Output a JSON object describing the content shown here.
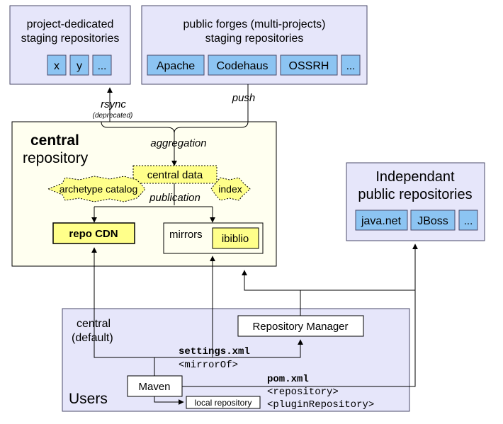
{
  "project_box": {
    "title_line1": "project-dedicated",
    "title_line2": "staging repositories",
    "items": [
      "x",
      "y",
      "..."
    ]
  },
  "forges_box": {
    "title_line1": "public forges (multi-projects)",
    "title_line2": "staging repositories",
    "items": [
      "Apache",
      "Codehaus",
      "OSSRH",
      "..."
    ]
  },
  "rsync": {
    "label": "rsync",
    "note": "(deprecated)"
  },
  "push": {
    "label": "push"
  },
  "central_box": {
    "title_bold": "central",
    "title_rest": "repository",
    "aggregation": "aggregation",
    "central_data": "central data",
    "archetype_catalog": "archetype catalog",
    "index": "index",
    "publication": "publication",
    "repo_cdn": "repo CDN",
    "mirrors": "mirrors",
    "ibiblio": "ibiblio"
  },
  "independent_box": {
    "title_line1": "Independant",
    "title_line2": "public repositories",
    "items": [
      "java.net",
      "JBoss",
      "..."
    ]
  },
  "users_box": {
    "central_line1": "central",
    "central_line2": "(default)",
    "repository_manager": "Repository Manager",
    "settings_xml": "settings.xml",
    "mirror_of": "<mirrorOf>",
    "maven": "Maven",
    "local_repository": "local repository",
    "pom_xml": "pom.xml",
    "repository_tag": "<repository>",
    "plugin_repository_tag": "<pluginRepository>",
    "users": "Users"
  },
  "colors": {
    "lavender": "#e6e6fa",
    "blue_item": "#8cc4f2",
    "cream": "#fffff0",
    "yellow": "#ffff8a",
    "border": "#4a4a6a"
  }
}
